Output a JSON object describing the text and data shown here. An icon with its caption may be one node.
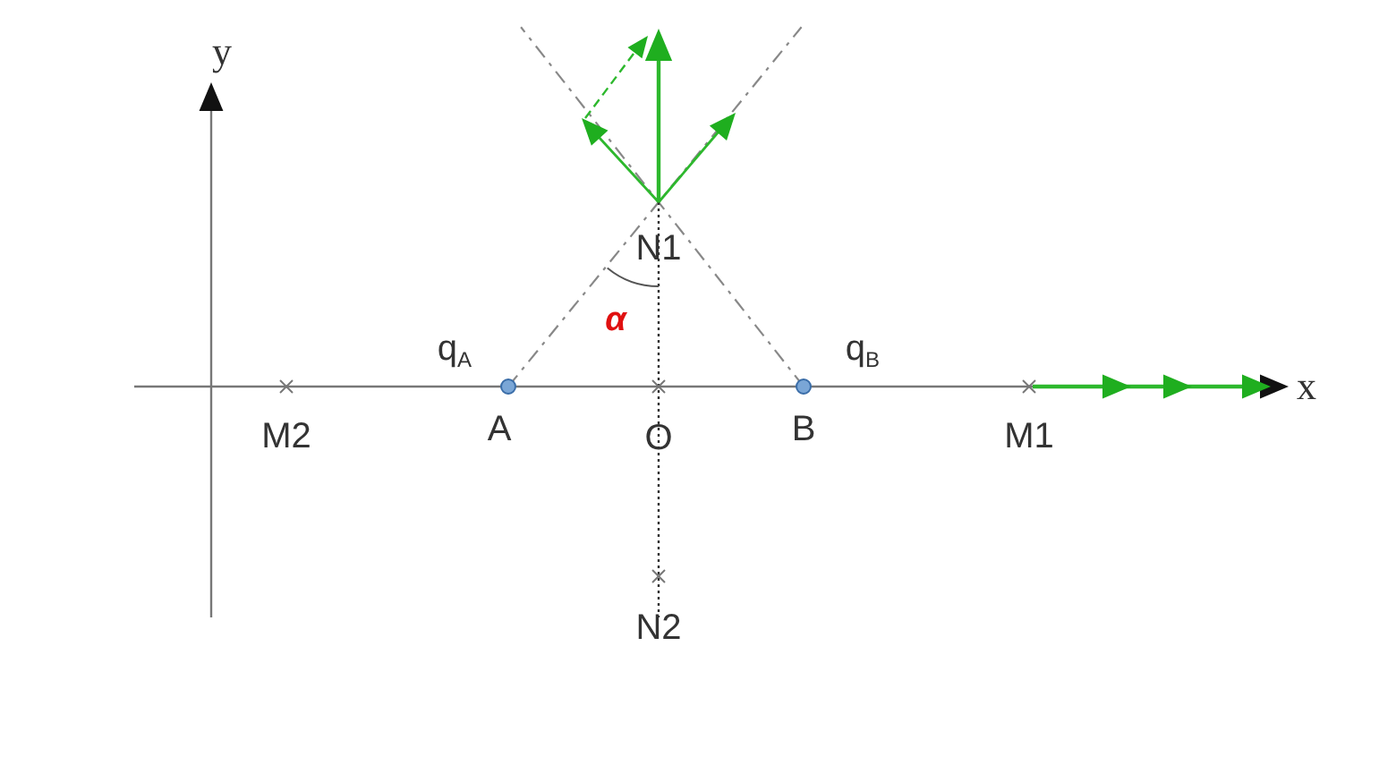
{
  "diagram": {
    "labels": [
      "y",
      "N1",
      "α",
      "q$_{A}$",
      "q$_{B}$",
      "x",
      "M2",
      "A",
      "O",
      "B",
      "M1",
      "N2"
    ]
  }
}
